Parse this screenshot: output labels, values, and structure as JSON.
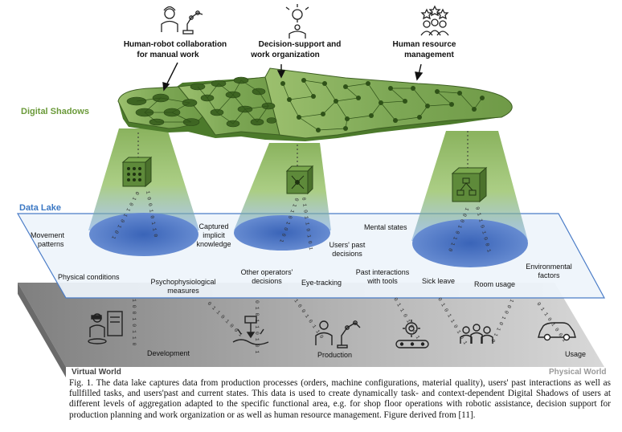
{
  "top_labels": {
    "hrc": [
      "Human-robot collaboration",
      "for manual work"
    ],
    "dsw": [
      "Decision-support and",
      "work organization"
    ],
    "hrm": [
      "Human resource",
      "management"
    ]
  },
  "digital_shadows": "Digital Shadows",
  "data_lake": "Data Lake",
  "lake_labels": {
    "movement": [
      "Movement",
      "patterns"
    ],
    "captured": [
      "Captured",
      "implicit",
      "knowledge"
    ],
    "mental": "Mental states",
    "users_past": [
      "Users' past",
      "decisions"
    ],
    "physical": "Physical conditions",
    "psycho": [
      "Psychophysiological",
      "measures"
    ],
    "other_ops": [
      "Other operators'",
      "decisions"
    ],
    "eye": "Eye-tracking",
    "past_tools": [
      "Past interactions",
      "with tools"
    ],
    "sick": "Sick leave",
    "room": "Room usage",
    "env": [
      "Environmental",
      "factors"
    ]
  },
  "floor_labels": {
    "development": "Development",
    "production": "Production",
    "usage": "Usage",
    "virtual": "Virtual World",
    "physical": "Physical World"
  },
  "binary": {
    "b1": "0 1 0 1 1 0 1 0 1",
    "b2": "1 0 0 1 0 1 1 0",
    "b3": "0 1 1 0 1 0 0 1"
  },
  "caption": "Fig. 1. The data lake captures data from production processes (orders, machine configurations, material quality), users' past interactions as well as fullfilled tasks, and users'past and current states. This data is used to create dynamically task- and context-dependent Digital Shadows of users at different levels of aggregation adapted to the specific functional area, e.g. for shop floor operations with robotic assistance, decision support for production planning and work organization or as well as human resource management. Figure derived from [11].",
  "colors": {
    "shadow_green": "#7aa84e",
    "dark_green": "#4e7a2c",
    "lake_blue": "#3f6ec2",
    "label_green": "#6b9a3a",
    "data_lake_blue": "#3b78c4",
    "floor_grey": "#8a8a8a"
  },
  "icons": [
    "worker-robot-icon",
    "idea-person-icon",
    "team-icon",
    "cube-network-icon",
    "vr-worker-icon",
    "welding-icon",
    "robot-arm-icon",
    "gear-conveyor-icon",
    "people-icon",
    "car-icon"
  ]
}
